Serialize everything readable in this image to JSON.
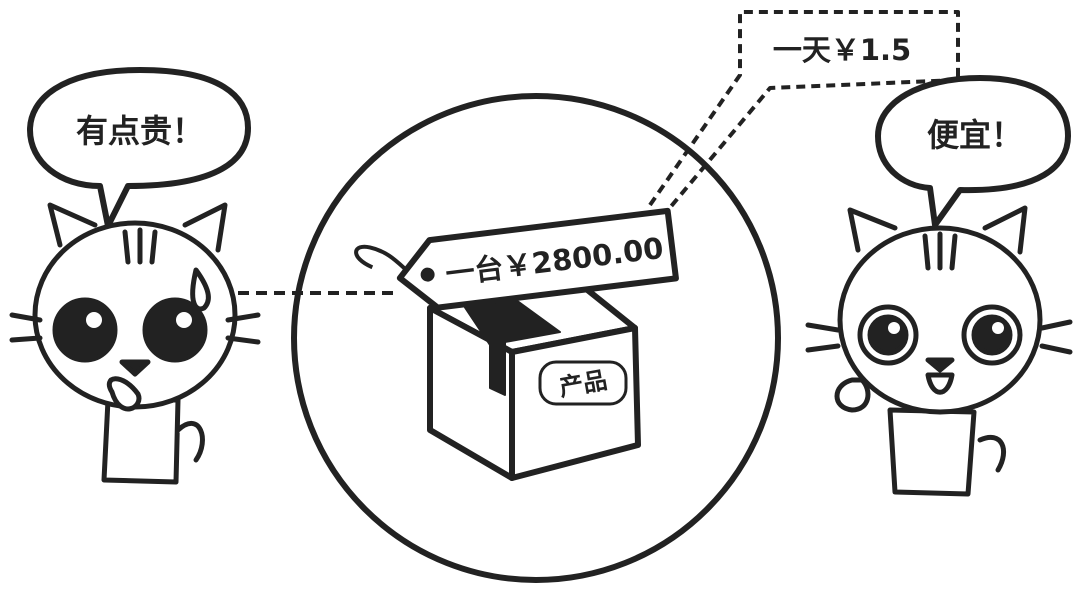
{
  "left_bubble": {
    "text": "有点贵！"
  },
  "right_bubble": {
    "text": "便宜！"
  },
  "price_tag": {
    "text": "一台￥2800.00"
  },
  "daily_tag": {
    "text": "一天￥1.5"
  },
  "box_label": {
    "text": "产品"
  },
  "colors": {
    "ink": "#222222",
    "background": "#ffffff"
  }
}
